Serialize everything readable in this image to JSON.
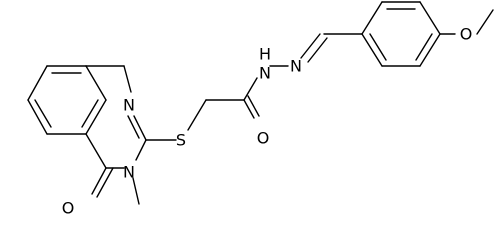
{
  "molecule": {
    "atom_labels": {
      "n1": "N",
      "n3": "N",
      "s": "S",
      "o_carbonyl": "O",
      "o_amide": "O",
      "nh": "N",
      "h": "H",
      "n_imine": "N",
      "o_methoxy": "O"
    },
    "colors": {
      "bond": "#000000",
      "label": "#000000",
      "background": "#ffffff"
    }
  }
}
